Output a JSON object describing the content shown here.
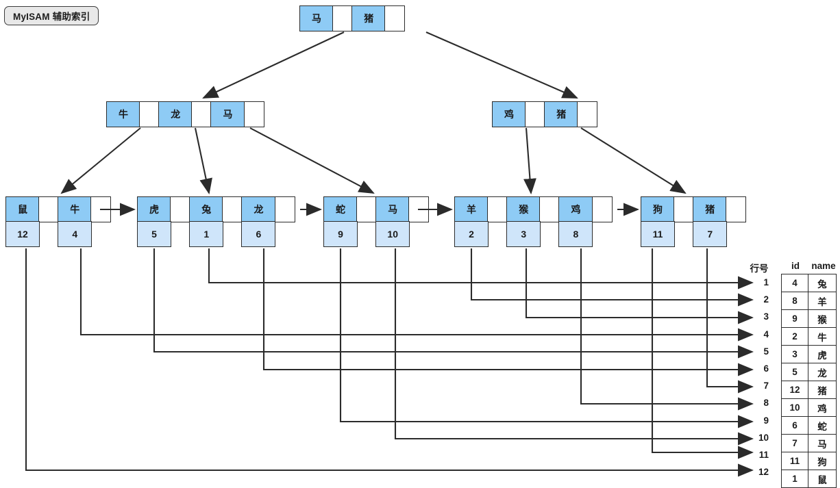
{
  "label": {
    "text": "MyISAM 辅助索引"
  },
  "colors": {
    "key_fill": "#8ecbf5",
    "id_fill": "#cfe5fa",
    "pointer_fill": "#ffffff",
    "stroke": "#2b2b2b",
    "tag_fill": "#e8e8e8"
  },
  "tree": {
    "root": {
      "keys": [
        "马",
        "猪"
      ]
    },
    "internal": [
      {
        "keys": [
          "牛",
          "龙",
          "马"
        ]
      },
      {
        "keys": [
          "鸡",
          "猪"
        ]
      }
    ],
    "leaves": [
      {
        "entries": [
          {
            "key": "鼠",
            "id": "12"
          },
          {
            "key": "牛",
            "id": "4"
          }
        ]
      },
      {
        "entries": [
          {
            "key": "虎",
            "id": "5"
          },
          {
            "key": "兔",
            "id": "1"
          },
          {
            "key": "龙",
            "id": "6"
          }
        ]
      },
      {
        "entries": [
          {
            "key": "蛇",
            "id": "9"
          },
          {
            "key": "马",
            "id": "10"
          }
        ]
      },
      {
        "entries": [
          {
            "key": "羊",
            "id": "2"
          },
          {
            "key": "猴",
            "id": "3"
          },
          {
            "key": "鸡",
            "id": "8"
          }
        ]
      },
      {
        "entries": [
          {
            "key": "狗",
            "id": "11"
          },
          {
            "key": "猪",
            "id": "7"
          }
        ]
      }
    ]
  },
  "table": {
    "headers": {
      "rowno": "行号",
      "id": "id",
      "name": "name"
    },
    "rows": [
      {
        "rowno": "1",
        "id": "4",
        "name": "兔"
      },
      {
        "rowno": "2",
        "id": "8",
        "name": "羊"
      },
      {
        "rowno": "3",
        "id": "9",
        "name": "猴"
      },
      {
        "rowno": "4",
        "id": "2",
        "name": "牛"
      },
      {
        "rowno": "5",
        "id": "3",
        "name": "虎"
      },
      {
        "rowno": "6",
        "id": "5",
        "name": "龙"
      },
      {
        "rowno": "7",
        "id": "12",
        "name": "猪"
      },
      {
        "rowno": "8",
        "id": "10",
        "name": "鸡"
      },
      {
        "rowno": "9",
        "id": "6",
        "name": "蛇"
      },
      {
        "rowno": "10",
        "id": "7",
        "name": "马"
      },
      {
        "rowno": "11",
        "id": "11",
        "name": "狗"
      },
      {
        "rowno": "12",
        "id": "1",
        "name": "鼠"
      }
    ]
  }
}
